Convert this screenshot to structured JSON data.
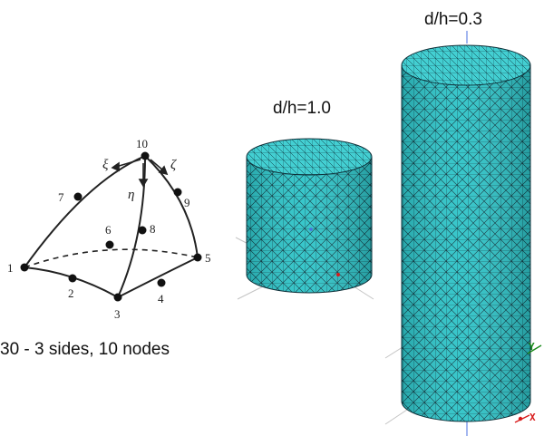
{
  "element": {
    "caption": "30 - 3 sides, 10 nodes",
    "nodes": [
      "1",
      "2",
      "3",
      "4",
      "5",
      "6",
      "7",
      "8",
      "9",
      "10"
    ],
    "axes": {
      "xi": "ξ",
      "eta": "η",
      "zeta": "ζ"
    }
  },
  "models": {
    "short": {
      "label": "d/h=1.0"
    },
    "tall": {
      "label": "d/h=0.3"
    }
  },
  "triad": {
    "y_label": "Y",
    "x_label": "X"
  },
  "colors": {
    "mesh_fill": "#2ec4c8",
    "mesh_line": "#0d2f38",
    "top_fill": "#43cfd2",
    "axis_line": "#b8b8b8",
    "x_axis": "#d81a1a",
    "y_axis": "#1a8a1a",
    "center_axis": "#4a6fe0"
  }
}
